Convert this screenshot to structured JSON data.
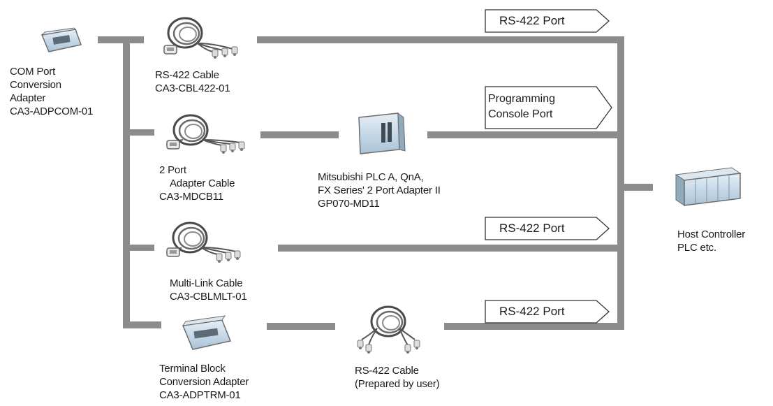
{
  "adapter_com": {
    "lines": [
      "COM Port",
      "Conversion",
      "Adapter",
      "CA3-ADPCOM-01"
    ]
  },
  "cable_rs422": {
    "lines": [
      "RS-422 Cable",
      "CA3-CBL422-01"
    ]
  },
  "cable_2port": {
    "lines": [
      "2 Port",
      "Adapter Cable",
      "CA3-MDCB11"
    ]
  },
  "plc_adapter": {
    "lines": [
      "Mitsubishi PLC A, QnA,",
      "FX Series' 2 Port Adapter II",
      "GP070-MD11"
    ]
  },
  "cable_multilink": {
    "lines": [
      "Multi-Link Cable",
      "CA3-CBLMLT-01"
    ]
  },
  "terminal_block": {
    "lines": [
      "Terminal Block",
      "Conversion Adapter",
      "CA3-ADPTRM-01"
    ]
  },
  "cable_user": {
    "lines": [
      "RS-422 Cable",
      "(Prepared by user)"
    ]
  },
  "host": {
    "lines": [
      "Host Controller",
      "PLC etc."
    ]
  },
  "ports": {
    "rs422_top": [
      "RS-422 Port"
    ],
    "programming": [
      "Programming",
      "Console Port"
    ],
    "rs422_mid": [
      "RS-422 Port"
    ],
    "rs422_bottom": [
      "RS-422 Port"
    ]
  },
  "colors": {
    "bus": "#8c8c8c",
    "cable": "#555555",
    "device_fill": "#bcd4e6"
  }
}
